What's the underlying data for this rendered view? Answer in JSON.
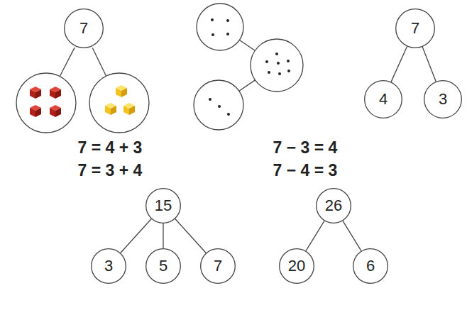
{
  "diagram": {
    "nodes": [
      {
        "text": [
          "7"
        ]
      },
      {
        "text": [
          "7"
        ]
      },
      {
        "text": [
          "4"
        ]
      },
      {
        "text": [
          "3"
        ]
      },
      {
        "text": [
          "15"
        ]
      },
      {
        "text": [
          "3"
        ]
      },
      {
        "text": [
          "5"
        ]
      },
      {
        "text": [
          "7"
        ]
      },
      {
        "text": [
          "26"
        ]
      },
      {
        "text": [
          "20"
        ]
      },
      {
        "text": [
          "6"
        ]
      }
    ],
    "edges": [
      {
        "from": 1,
        "to": 2,
        "arrow": "none"
      },
      {
        "from": 1,
        "to": 3,
        "arrow": "none"
      },
      {
        "from": 4,
        "to": 5,
        "arrow": "none"
      },
      {
        "from": 4,
        "to": 6,
        "arrow": "none"
      },
      {
        "from": 4,
        "to": 7,
        "arrow": "none"
      },
      {
        "from": 8,
        "to": 9,
        "arrow": "none"
      },
      {
        "from": 8,
        "to": 10,
        "arrow": "none"
      }
    ],
    "labels": [
      "7 = 4 + 3",
      "7 = 3 + 4",
      "7 − 3 = 4",
      "7 − 4 = 3"
    ]
  }
}
